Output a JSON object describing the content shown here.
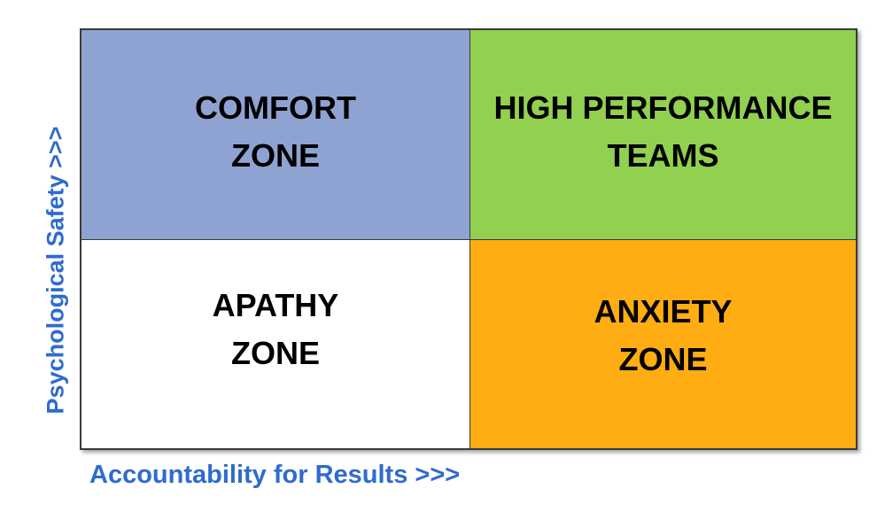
{
  "quadrants": {
    "top_left": {
      "label": "COMFORT\nZONE",
      "color": "#8fa3d2"
    },
    "top_right": {
      "label": "HIGH PERFORMANCE\nTEAMS",
      "color": "#92d050"
    },
    "bottom_left": {
      "label": "APATHY\nZONE",
      "color": "#ffffff"
    },
    "bottom_right": {
      "label": "ANXIETY\nZONE",
      "color": "#ffad12"
    }
  },
  "axes": {
    "y_label": "Psychological Safety >>>",
    "x_label": "Accountability for Results >>>",
    "label_color": "#2f6bcf"
  }
}
